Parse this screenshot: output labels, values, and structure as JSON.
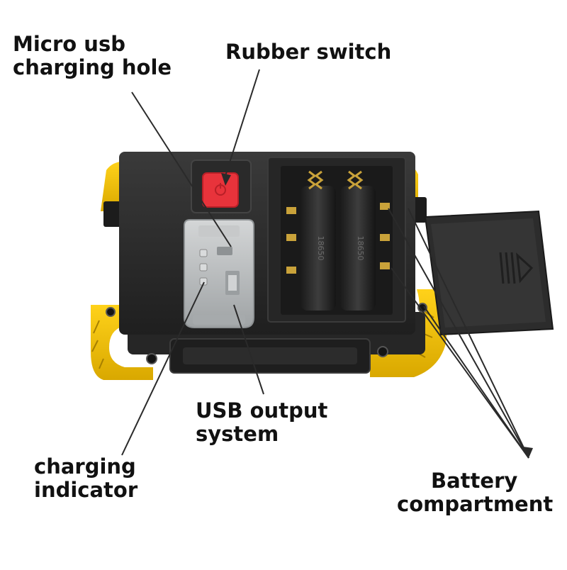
{
  "labels": {
    "micro_usb": [
      "Micro usb",
      "charging hole"
    ],
    "rubber_switch": [
      "Rubber switch"
    ],
    "usb_output": [
      "USB output",
      "system"
    ],
    "charging_indicator": [
      "charging",
      "indicator"
    ],
    "battery_compartment": [
      "Battery",
      "compartment"
    ]
  },
  "battery_marking": [
    "18650",
    "18650"
  ],
  "colors": {
    "housing_black": "#2b2b2b",
    "bumper_yellow": "#f2c200",
    "switch_red": "#e8333b",
    "cover_grey": "#b9bcbd",
    "spring_gold": "#c9a23a"
  }
}
